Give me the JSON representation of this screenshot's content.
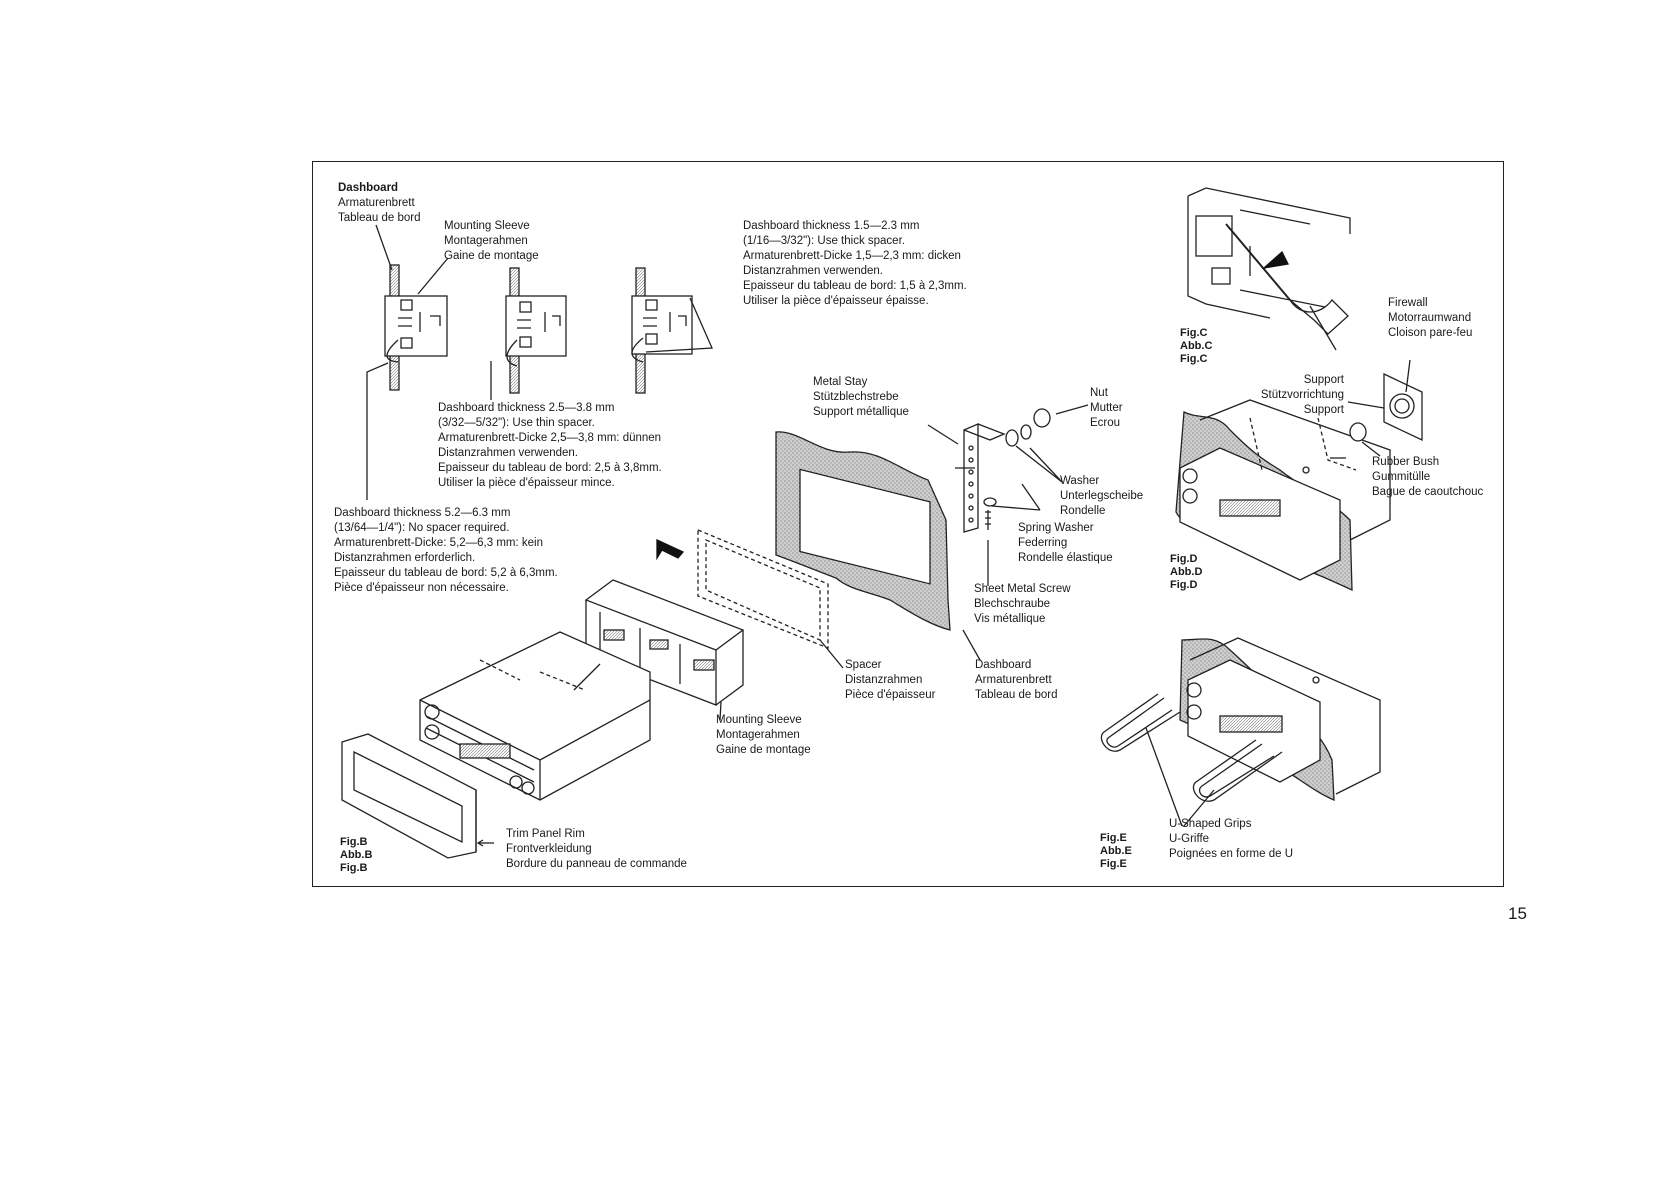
{
  "page_number": "15",
  "labels": {
    "dashboard_top": [
      "Dashboard",
      "Armaturenbrett",
      "Tableau de bord"
    ],
    "mounting_sleeve_top": [
      "Mounting Sleeve",
      "Montagerahmen",
      "Gaine de montage"
    ],
    "thick_spacer": [
      "Dashboard thickness 1.5—2.3 mm",
      "(1/16—3/32\"): Use thick spacer.",
      "Armaturenbrett-Dicke 1,5—2,3 mm: dicken",
      "Distanzrahmen verwenden.",
      "Epaisseur du tableau de bord: 1,5 à 2,3mm.",
      "Utiliser la pièce d'épaisseur épaisse."
    ],
    "thin_spacer": [
      "Dashboard thickness 2.5—3.8 mm",
      "(3/32—5/32\"): Use thin spacer.",
      "Armaturenbrett-Dicke 2,5—3,8 mm: dünnen",
      "Distanzrahmen verwenden.",
      "Epaisseur du tableau de bord: 2,5 à 3,8mm.",
      "Utiliser la pièce d'épaisseur mince."
    ],
    "no_spacer": [
      "Dashboard thickness 5.2—6.3 mm",
      "(13/64—1/4\"): No spacer required.",
      "Armaturenbrett-Dicke: 5,2—6,3 mm: kein",
      "Distanzrahmen erforderlich.",
      "Epaisseur du tableau de bord: 5,2 à 6,3mm.",
      "Pièce d'épaisseur non nécessaire."
    ],
    "metal_stay": [
      "Metal Stay",
      "Stützblechstrebe",
      "Support métallique"
    ],
    "nut": [
      "Nut",
      "Mutter",
      "Ecrou"
    ],
    "washer": [
      "Washer",
      "Unterlegscheibe",
      "Rondelle"
    ],
    "spring_washer": [
      "Spring Washer",
      "Federring",
      "Rondelle élastique"
    ],
    "sheet_metal_screw": [
      "Sheet Metal Screw",
      "Blechschraube",
      "Vis métallique"
    ],
    "spacer": [
      "Spacer",
      "Distanzrahmen",
      "Pièce d'épaisseur"
    ],
    "dashboard_mid": [
      "Dashboard",
      "Armaturenbrett",
      "Tableau de bord"
    ],
    "mounting_sleeve_bottom": [
      "Mounting Sleeve",
      "Montagerahmen",
      "Gaine de montage"
    ],
    "trim_panel": [
      "Trim Panel Rim",
      "Frontverkleidung",
      "Bordure du panneau de commande"
    ],
    "firewall": [
      "Firewall",
      "Motorraumwand",
      "Cloison pare-feu"
    ],
    "support": [
      "Support",
      "Stützvorrichtung",
      "Support"
    ],
    "rubber_bush": [
      "Rubber Bush",
      "Gummitülle",
      "Bague de caoutchouc"
    ],
    "u_grips": [
      "U-Shaped Grips",
      "U-Griffe",
      "Poignées en forme de U"
    ]
  },
  "figures": {
    "fig_b": [
      "Fig.B",
      "Abb.B",
      "Fig.B"
    ],
    "fig_c": [
      "Fig.C",
      "Abb.C",
      "Fig.C"
    ],
    "fig_d": [
      "Fig.D",
      "Abb.D",
      "Fig.D"
    ],
    "fig_e": [
      "Fig.E",
      "Abb.E",
      "Fig.E"
    ]
  }
}
